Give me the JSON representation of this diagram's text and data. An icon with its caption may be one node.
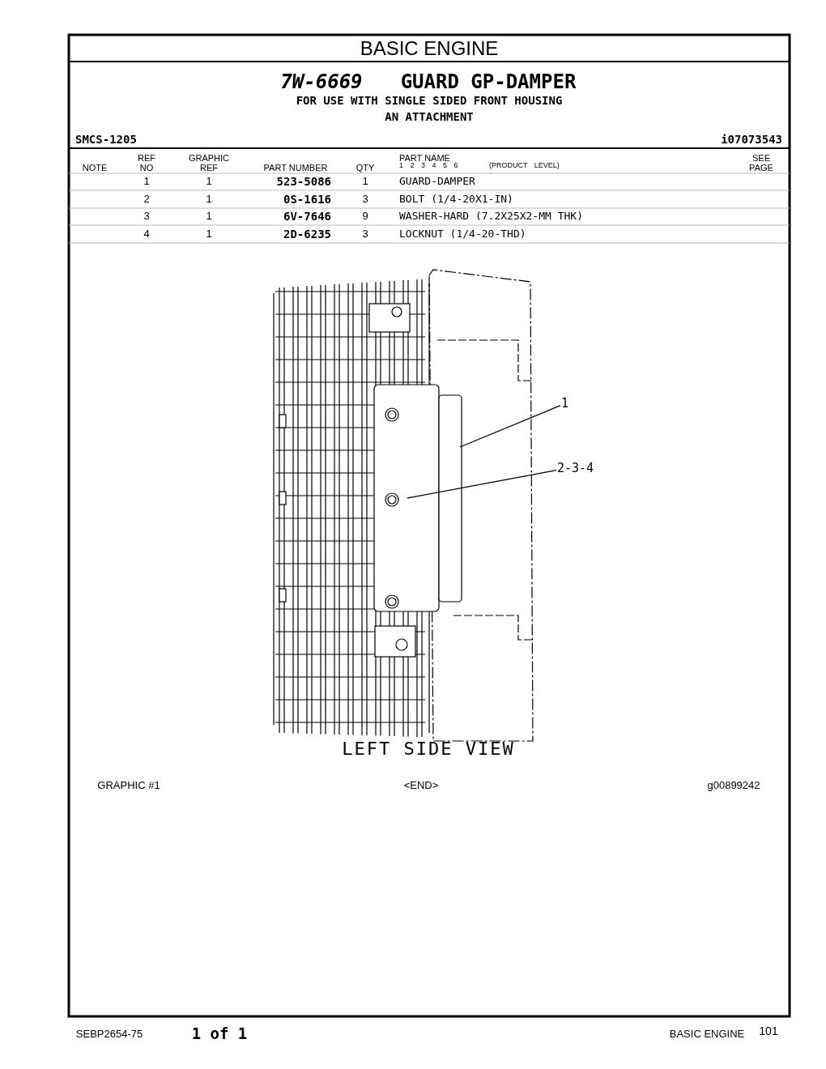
{
  "diagram": {
    "nodes": [
      {
        "text": [
          "1"
        ]
      },
      {
        "text": [
          "2-3-4"
        ]
      }
    ],
    "edges": [
      {
        "from": 0,
        "to": null,
        "arrow": "none"
      },
      {
        "from": 1,
        "to": null,
        "arrow": "none"
      }
    ],
    "labels": [
      "BASIC ENGINE",
      "7W-6669",
      "GUARD GP-DAMPER",
      "FOR USE WITH SINGLE SIDED FRONT HOUSING",
      "AN ATTACHMENT",
      "SMCS-1205",
      "i07073543",
      "NOTE",
      "REF NO",
      "GRAPHIC REF",
      "PART NUMBER",
      "QTY",
      "PART NAME",
      "1 2 3 4 5 6",
      "(PRODUCT LEVEL)",
      "SEE PAGE",
      "1",
      "1",
      "523-5086",
      "1",
      "GUARD-DAMPER",
      "2",
      "1",
      "0S-1616",
      "3",
      "BOLT (1/4-20X1-IN)",
      "3",
      "1",
      "6V-7646",
      "9",
      "WASHER-HARD (7.2X25X2-MM THK)",
      "4",
      "1",
      "2D-6235",
      "3",
      "LOCKNUT (1/4-20-THD)",
      "LEFT SIDE VIEW",
      "GRAPHIC #1",
      "<END>",
      "g00899242",
      "SEBP2654-75",
      "1 of 1",
      "BASIC ENGINE",
      "101"
    ]
  }
}
